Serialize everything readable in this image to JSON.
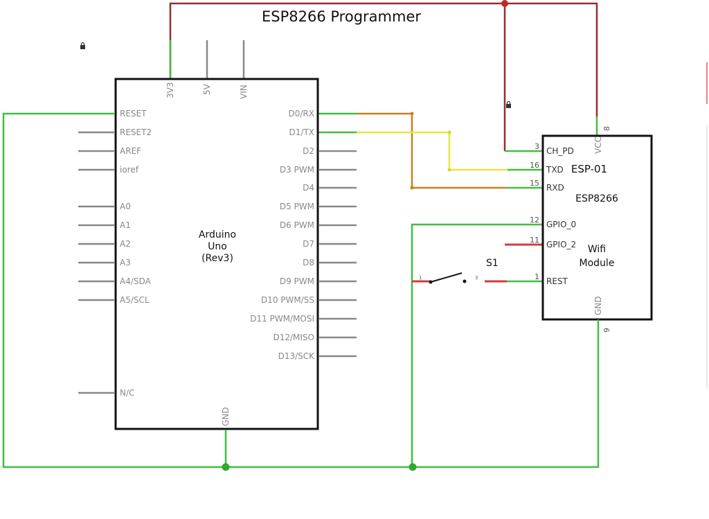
{
  "title": "ESP8266 Programmer",
  "arduino": {
    "name_line1": "Arduino",
    "name_line2": "Uno",
    "name_line3": "(Rev3)",
    "top_pins": [
      "3V3",
      "5V",
      "VIN"
    ],
    "bottom_pin": "GND",
    "left_pins": [
      "RESET",
      "RESET2",
      "AREF",
      "ioref",
      "A0",
      "A1",
      "A2",
      "A3",
      "A4/SDA",
      "A5/SCL",
      "N/C"
    ],
    "right_pins": [
      "D0/RX",
      "D1/TX",
      "D2",
      "D3 PWM",
      "D4",
      "D5 PWM",
      "D6 PWM",
      "D7",
      "D8",
      "D9 PWM",
      "D10 PWM/SS",
      "D11 PWM/MOSI",
      "D12/MISO",
      "D13/SCK"
    ]
  },
  "esp01": {
    "name": "ESP-01",
    "chip": "ESP8266",
    "desc_line1": "Wifi",
    "desc_line2": "Module",
    "pins": [
      {
        "num": "3",
        "label": "CH_PD"
      },
      {
        "num": "16",
        "label": "TXD"
      },
      {
        "num": "15",
        "label": "RXD"
      },
      {
        "num": "12",
        "label": "GPIO_0"
      },
      {
        "num": "11",
        "label": "GPIO_2"
      },
      {
        "num": "1",
        "label": "REST"
      }
    ],
    "vcc": {
      "num": "8",
      "label": "VCC"
    },
    "gnd": {
      "num": "9",
      "label": "GND"
    }
  },
  "switch": {
    "name": "S1",
    "pin_left": "1",
    "pin_right": "3"
  },
  "colors": {
    "wire_green": "#3fbf3f",
    "wire_power": "#a02828",
    "wire_rx": "#c8801e",
    "wire_tx": "#e6e63a",
    "wire_unconnected": "#d23c3c",
    "stub_grey": "#888888"
  }
}
